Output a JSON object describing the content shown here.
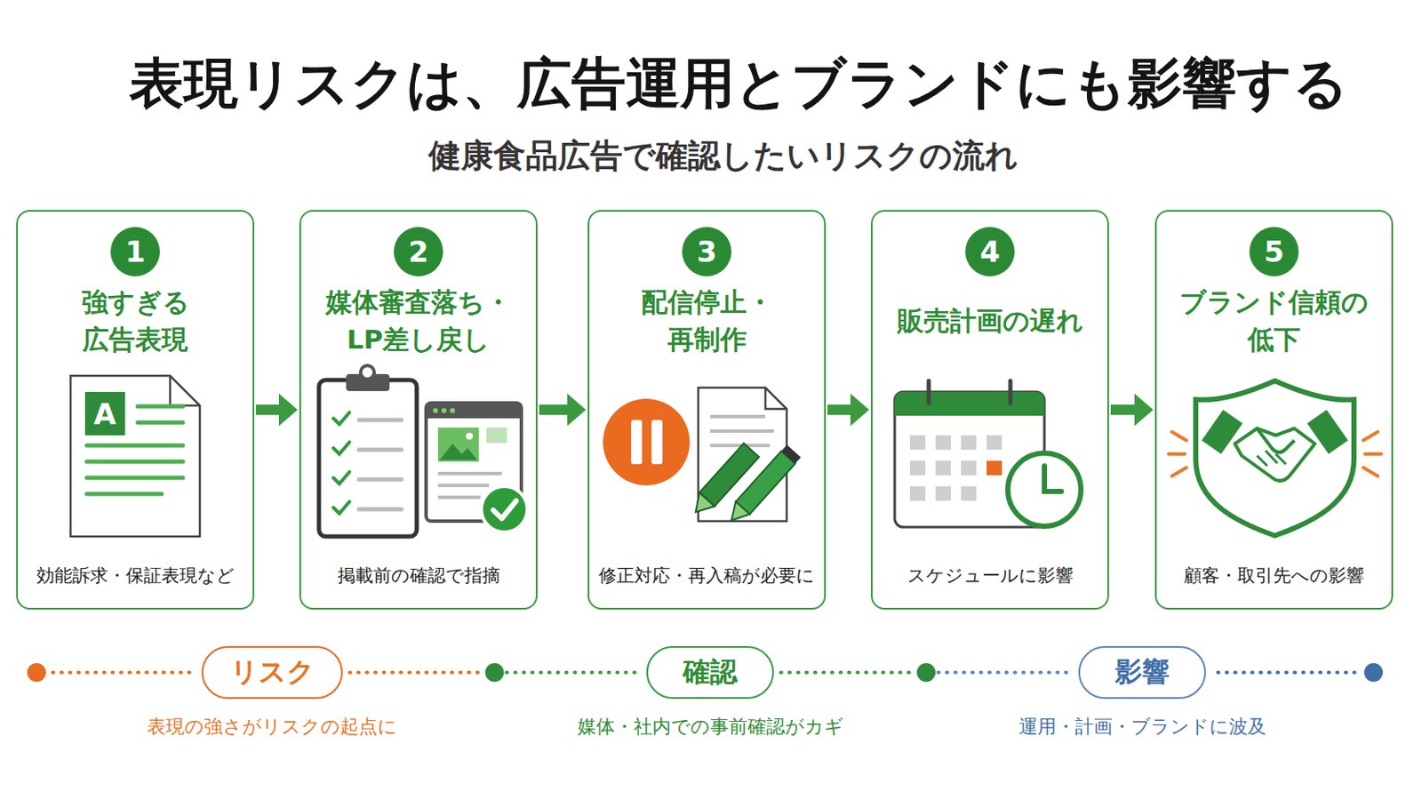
{
  "diagram": {
    "title": "表現リスクは、広告運用とブランドにも影響する",
    "nodes": [
      {
        "text": [
          "強すぎる 広告表現",
          "効能訴求・保証表現など"
        ]
      },
      {
        "text": [
          "1"
        ],
        "in": 0
      },
      {
        "text": [
          "媒体審査落ち・ LP差し戻し",
          "掲載前の確認で指摘"
        ]
      },
      {
        "text": [
          "2"
        ],
        "in": 2
      },
      {
        "text": [
          "配信停止・ 再制作",
          "修正対応・再入稿が必要に"
        ]
      },
      {
        "text": [
          "3"
        ],
        "in": 4
      },
      {
        "text": [
          "販売計画の遅れ",
          "スケジュールに影響"
        ]
      },
      {
        "text": [
          "4"
        ],
        "in": 6
      },
      {
        "text": [
          "ブランド信頼の 低下",
          "顧客・取引先への影響"
        ]
      },
      {
        "text": [
          "5"
        ],
        "in": 8
      },
      {
        "text": [
          "リスク",
          "表現の強さがリスクの起点に"
        ]
      },
      {
        "text": [
          "確認",
          "媒体・社内での事前確認がカギ"
        ]
      },
      {
        "text": [
          "影響",
          "運用・計画・ブランドに波及"
        ]
      }
    ],
    "edges": [
      {
        "from": 0,
        "to": 2,
        "arrow": "to"
      },
      {
        "from": 2,
        "to": 4,
        "arrow": "to"
      },
      {
        "from": 4,
        "to": 6,
        "arrow": "to"
      },
      {
        "from": 6,
        "to": 8,
        "arrow": "to"
      },
      {
        "from": 10,
        "to": 11,
        "arrow": "none"
      },
      {
        "from": 11,
        "to": 12,
        "arrow": "none"
      }
    ],
    "labels": [
      "健康食品広告で確認したいリスクの流れ",
      "A"
    ]
  }
}
